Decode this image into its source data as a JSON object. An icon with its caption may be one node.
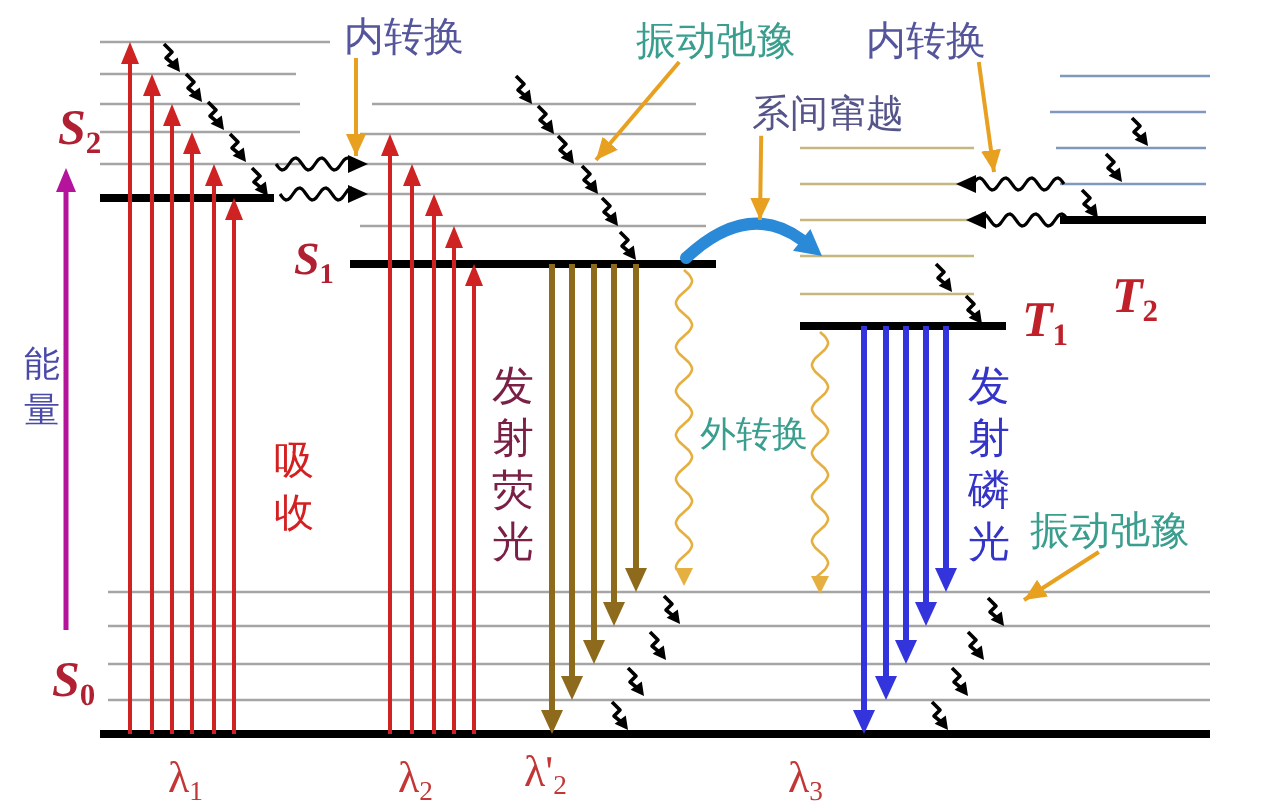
{
  "diagram": {
    "nodes": [
      {
        "text": [
          "内转换"
        ]
      },
      {
        "text": [
          "振动弛豫"
        ]
      },
      {
        "text": [
          "系间窜越"
        ]
      },
      {
        "text": [
          "内转换"
        ]
      },
      {
        "text": [
          "振动弛豫"
        ]
      }
    ],
    "edges": [
      {
        "from": 0,
        "to": null,
        "arrow": "to"
      },
      {
        "from": 1,
        "to": null,
        "arrow": "to"
      },
      {
        "from": 2,
        "to": null,
        "arrow": "to"
      },
      {
        "from": 3,
        "to": null,
        "arrow": "to"
      },
      {
        "from": 4,
        "to": null,
        "arrow": "to"
      }
    ],
    "labels": [
      "S$_{2}$",
      "S$_{1}$",
      "T$_{1}$",
      "T$_{2}$",
      "能量",
      "吸收",
      "发射荧光",
      "外转换",
      "发射磷光",
      "S$_{0}$",
      "λ$_{1}$",
      "λ$_{2}$",
      "λ'$_{2}$",
      "λ$_{3}$"
    ]
  }
}
